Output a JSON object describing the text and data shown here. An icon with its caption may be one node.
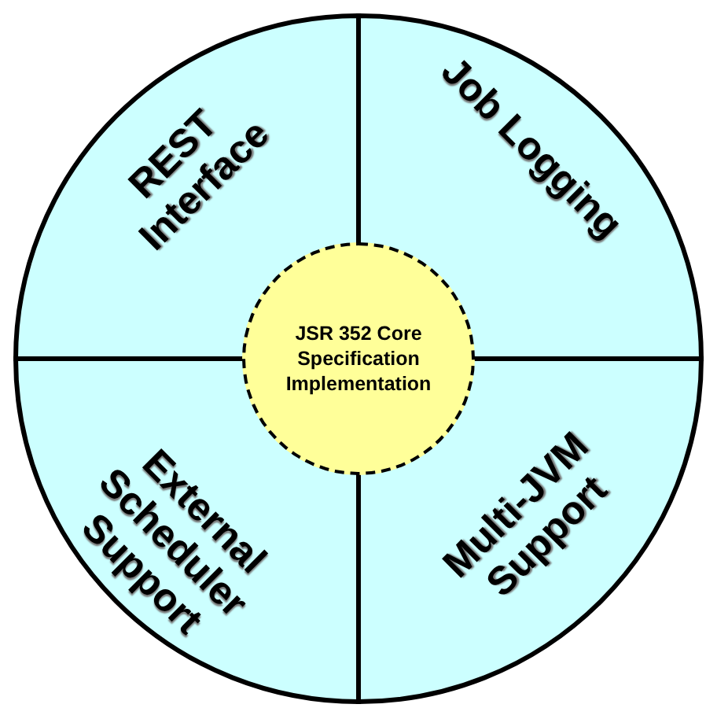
{
  "diagram": {
    "nodes": [
      {
        "text": [
          "REST Interface"
        ]
      },
      {
        "text": [
          "Job Logging"
        ]
      },
      {
        "text": [
          "JSR 352 Core Specification Implementation"
        ]
      },
      {
        "text": [
          "External Scheduler Support"
        ]
      },
      {
        "text": [
          "Multi-JVM Support"
        ]
      }
    ]
  }
}
